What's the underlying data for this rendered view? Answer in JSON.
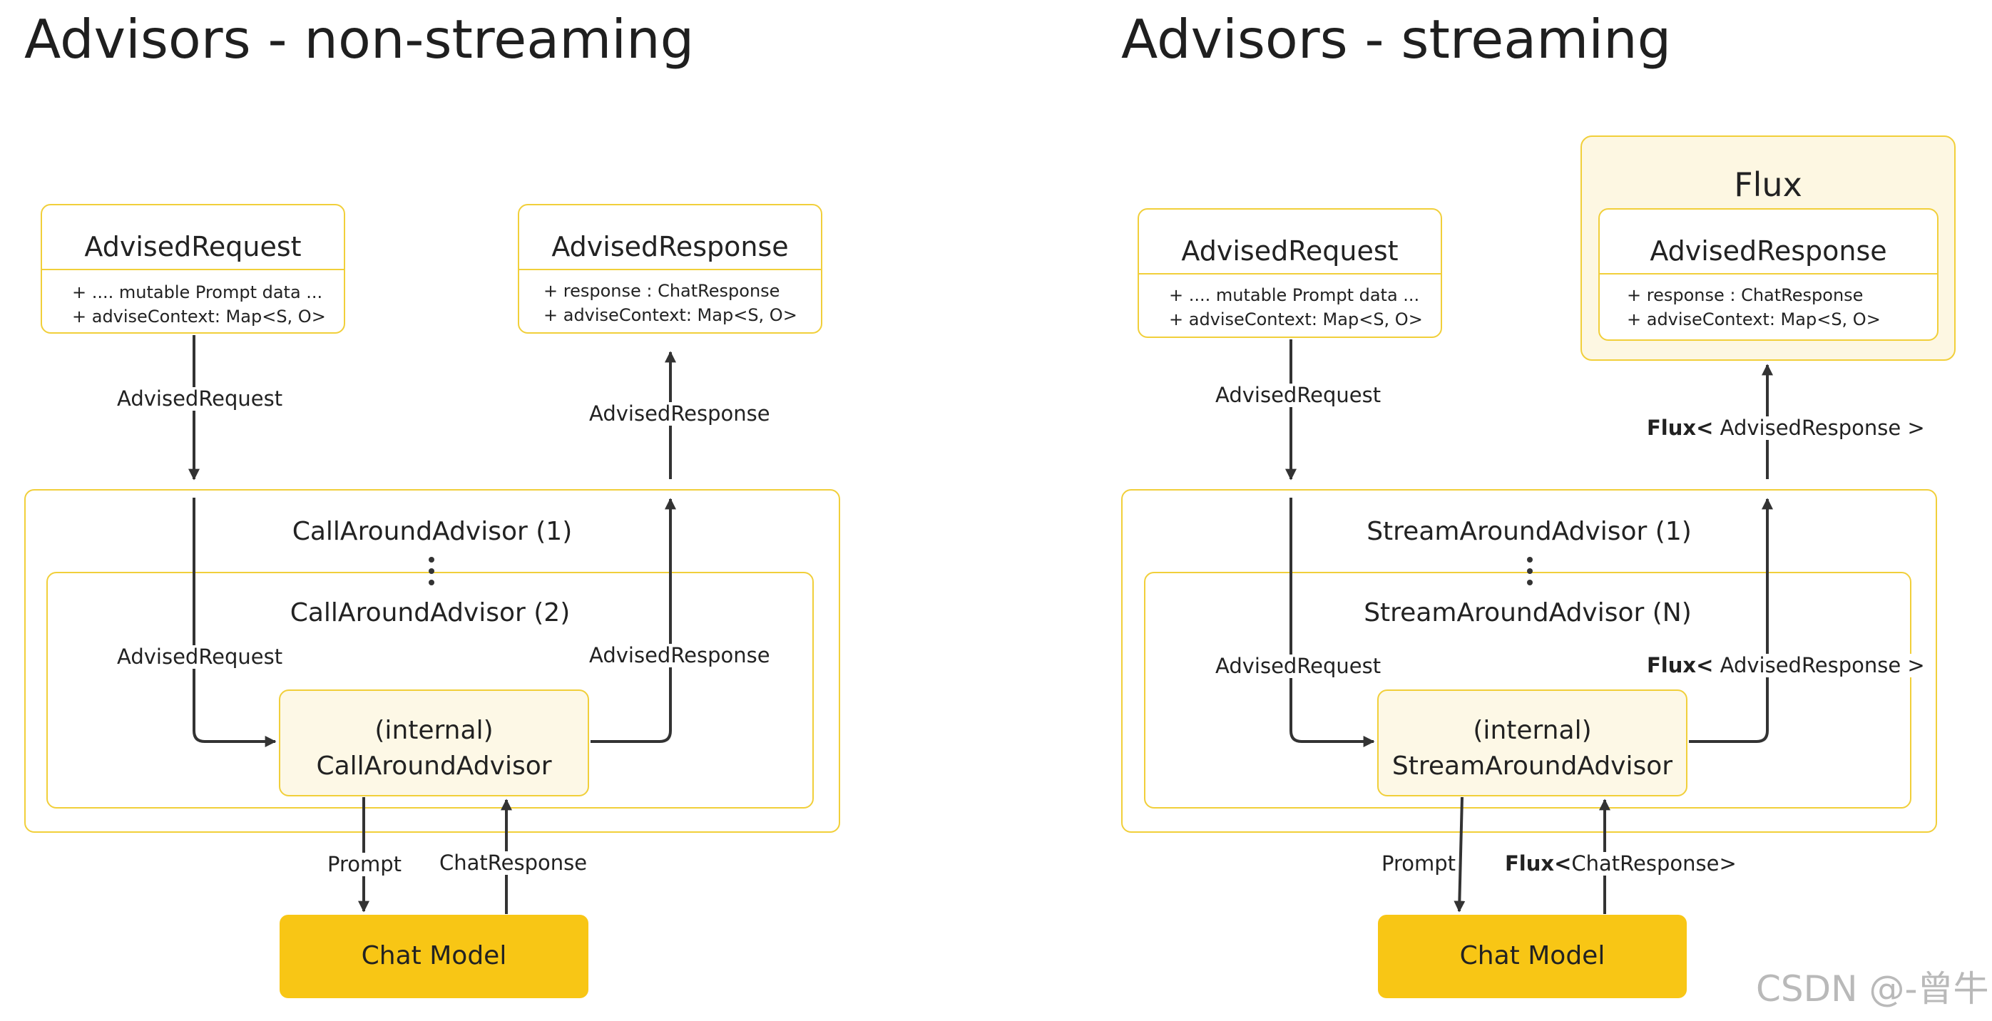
{
  "left": {
    "title": "Advisors - non-streaming",
    "request_class": {
      "name": "AdvisedRequest",
      "attrs": [
        "+ .... mutable Prompt data ...",
        "+ adviseContext: Map<S, O>"
      ]
    },
    "response_class": {
      "name": "AdvisedResponse",
      "attrs": [
        "+ response : ChatResponse",
        "+ adviseContext: Map<S, O>"
      ]
    },
    "outer_advisor": "CallAroundAdvisor (1)",
    "inner_advisor": "CallAroundAdvisor (2)",
    "internal_line1": "(internal)",
    "internal_line2": "CallAroundAdvisor",
    "model": "Chat Model",
    "labels": {
      "request_in": "AdvisedRequest",
      "response_out": "AdvisedResponse",
      "request_inner": "AdvisedRequest",
      "response_inner": "AdvisedResponse",
      "prompt": "Prompt",
      "chat_response": "ChatResponse"
    }
  },
  "right": {
    "title": "Advisors - streaming",
    "request_class": {
      "name": "AdvisedRequest",
      "attrs": [
        "+ .... mutable Prompt data ...",
        "+ adviseContext: Map<S, O>"
      ]
    },
    "flux_title": "Flux",
    "response_class": {
      "name": "AdvisedResponse",
      "attrs": [
        "+ response : ChatResponse",
        "+ adviseContext: Map<S, O>"
      ]
    },
    "outer_advisor": "StreamAroundAdvisor (1)",
    "inner_advisor": "StreamAroundAdvisor (N)",
    "internal_line1": "(internal)",
    "internal_line2": "StreamAroundAdvisor",
    "model": "Chat Model",
    "labels": {
      "request_in": "AdvisedRequest",
      "response_out_lead": "Flux<",
      "response_out_rest": " AdvisedResponse >",
      "request_inner": "AdvisedRequest",
      "response_inner_lead": "Flux<",
      "response_inner_rest": " AdvisedResponse >",
      "prompt": "Prompt",
      "chat_response_lead": "Flux<",
      "chat_response_rest": "ChatResponse>"
    }
  },
  "watermark": "CSDN @-曾牛",
  "colors": {
    "border": "#f1cf3a",
    "model_fill": "#f8c615",
    "internal_fill": "#fdf8e6",
    "arrow": "#333333"
  }
}
